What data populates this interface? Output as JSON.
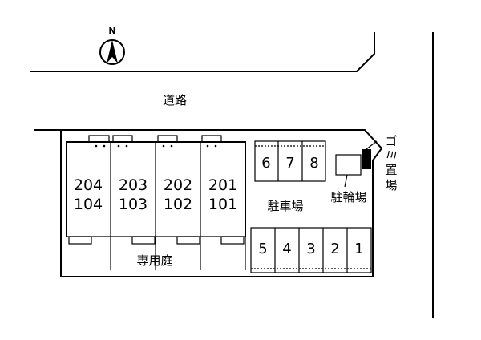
{
  "compass": {
    "north_label": "N"
  },
  "road": {
    "label": "道路"
  },
  "units": [
    {
      "upper": "204",
      "lower": "104"
    },
    {
      "upper": "203",
      "lower": "103"
    },
    {
      "upper": "202",
      "lower": "102"
    },
    {
      "upper": "201",
      "lower": "101"
    }
  ],
  "garden": {
    "label": "専用庭"
  },
  "parking": {
    "label": "駐車場",
    "upper_row": [
      "6",
      "7",
      "8"
    ],
    "lower_row": [
      "5",
      "4",
      "3",
      "2",
      "1"
    ]
  },
  "bicycle_parking": {
    "label": "駐輪場"
  },
  "garbage": {
    "label_chars": [
      "ゴ",
      "ミ",
      "置",
      "場"
    ]
  }
}
